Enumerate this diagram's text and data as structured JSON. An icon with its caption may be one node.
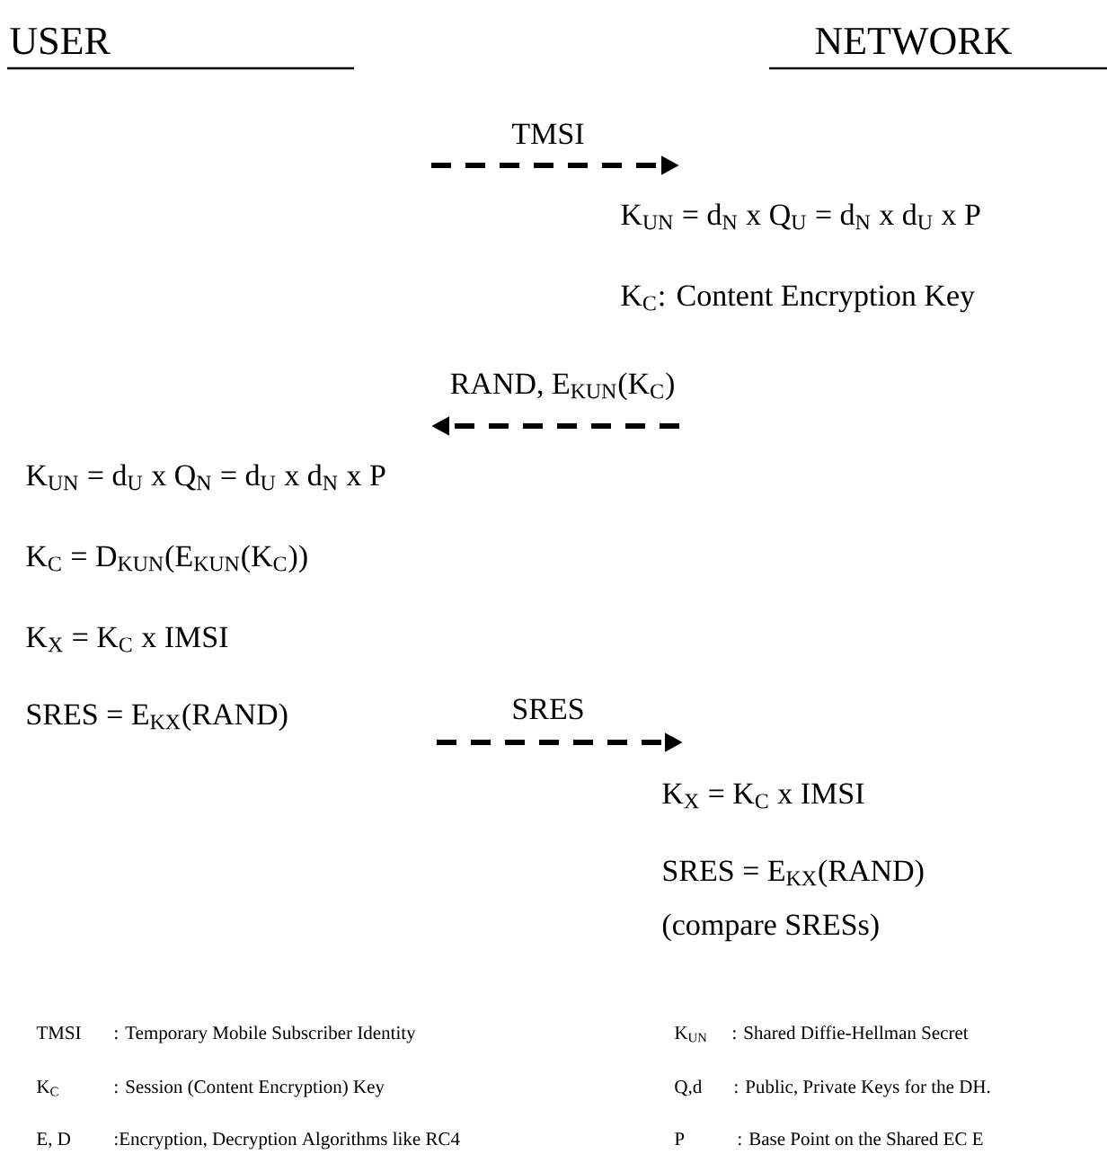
{
  "diagram": {
    "nodes": [
      {
        "text": [
          "USER"
        ]
      },
      {
        "text": [
          "NETWORK"
        ]
      }
    ],
    "labels": [
      "TMSI",
      "K$_{UN}$ = d$_{N}$ x Q$_{U}$ = d$_{N}$ x d$_{U}$ x P",
      "K$_{C}$: Content Encryption Key",
      "RAND, E$_{KUN}$(K$_{C}$)",
      "K$_{UN}$ = d$_{U}$ x Q$_{N}$ = d$_{U}$ x d$_{N}$ x P",
      "K$_{C}$ = D$_{KUN}$(E$_{KUN}$(K$_{C}$))",
      "K$_{X}$ = K$_{C}$ x IMSI",
      "SRES = E$_{KX}$(RAND)",
      "SRES",
      "K$_{X}$ = K$_{C}$ x IMSI",
      "SRES = E$_{KX}$(RAND)",
      "(compare SRESs)",
      "TMSI",
      ": Temporary Mobile Subscriber Identity",
      "K$_{UN}$",
      ": Shared Diffie-Hellman Secret",
      "K$_{C}$",
      ": Session (Content Encryption) Key",
      "Q,d",
      ": Public, Private Keys for the DH.",
      "E, D",
      ":Encryption, Decryption Algorithms like RC4",
      "P",
      ": Base Point on the Shared EC E"
    ]
  }
}
